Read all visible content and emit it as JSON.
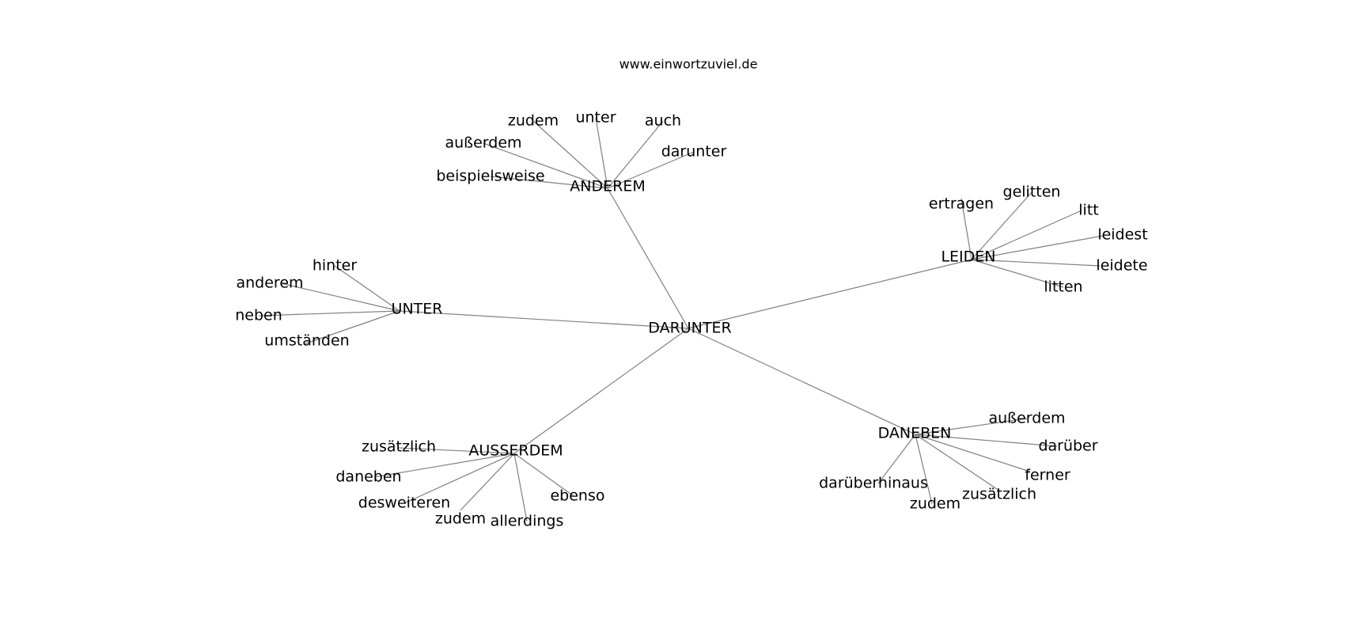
{
  "header": {
    "site": "www.einwortzuviel.de"
  },
  "graph": {
    "center": "DARUNTER",
    "clusters": [
      {
        "hub": "ANDEREM",
        "leaves": [
          "zudem",
          "unter",
          "auch",
          "außerdem",
          "darunter",
          "beispielsweise"
        ]
      },
      {
        "hub": "UNTER",
        "leaves": [
          "hinter",
          "anderem",
          "neben",
          "umständen"
        ]
      },
      {
        "hub": "LEIDEN",
        "leaves": [
          "ertragen",
          "gelitten",
          "litt",
          "leidest",
          "leidete",
          "litten"
        ]
      },
      {
        "hub": "AUSSERDEM",
        "leaves": [
          "zusätzlich",
          "daneben",
          "desweiteren",
          "zudem",
          "allerdings",
          "ebenso"
        ]
      },
      {
        "hub": "DANEBEN",
        "leaves": [
          "außerdem",
          "darüber",
          "ferner",
          "zusätzlich",
          "zudem",
          "darüberhinaus"
        ]
      }
    ]
  },
  "colors": {
    "edge": "#808080",
    "text": "#000000",
    "background": "#ffffff"
  }
}
